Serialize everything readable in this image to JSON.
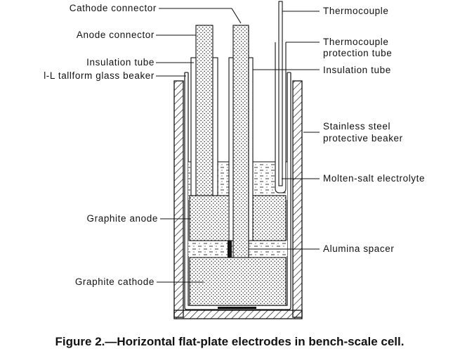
{
  "labels": {
    "cathode_connector": "Cathode connector",
    "anode_connector": "Anode connector",
    "insulation_tube_left": "Insulation tube",
    "glass_beaker": "l-L tallform glass beaker",
    "thermocouple": "Thermocouple",
    "tc_protection_line1": "Thermocouple",
    "tc_protection_line2": "protection tube",
    "insulation_tube_right": "Insulation tube",
    "steel_beaker_line1": "Stainless steel",
    "steel_beaker_line2": "protective beaker",
    "electrolyte": "Molten-salt electrolyte",
    "graphite_anode": "Graphite anode",
    "alumina_spacer": "Alumina spacer",
    "graphite_cathode": "Graphite cathode"
  },
  "caption": "Figure 2.—Horizontal flat-plate electrodes in bench-scale cell."
}
